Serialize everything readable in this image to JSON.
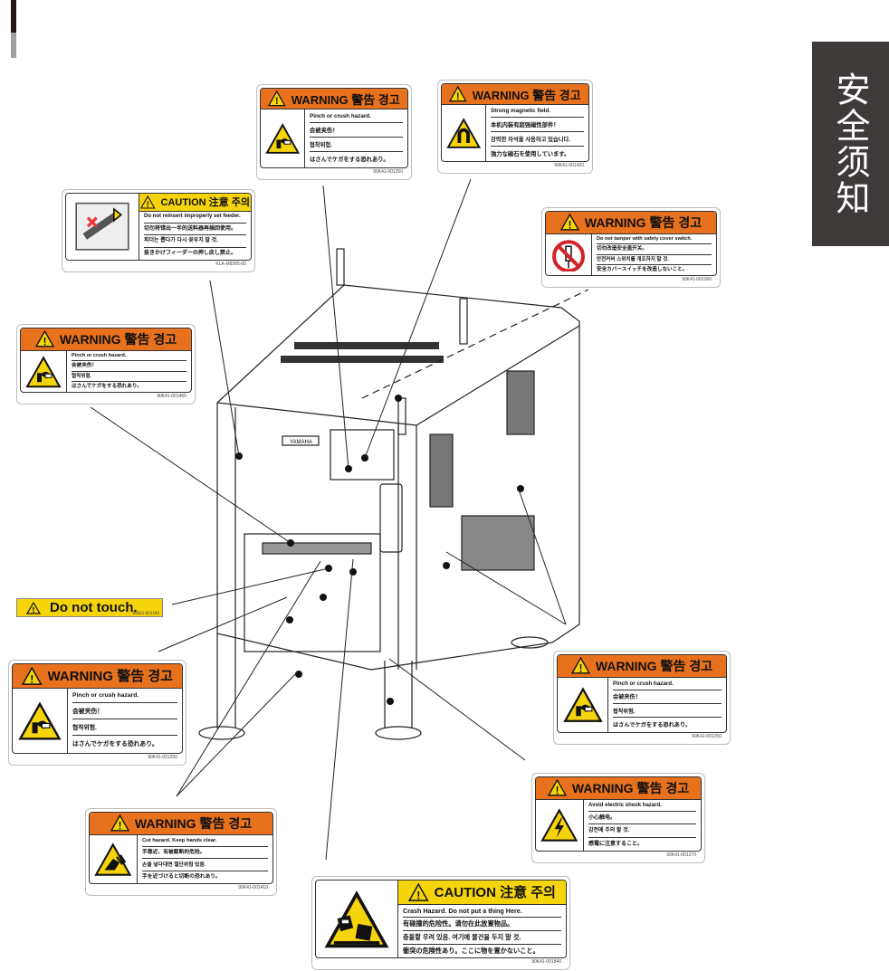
{
  "section_tab": {
    "label": "安全须知"
  },
  "labels": {
    "top_center": {
      "type": "WARNING",
      "header": "WARNING 警告 경고",
      "lines": [
        "Pinch or crush hazard.",
        "会被夹伤！",
        "협착위험.",
        "はさんでケガをする恐れあり。"
      ],
      "part_no": "90K41-001250",
      "pictogram": "pinch-hazard"
    },
    "top_right": {
      "type": "WARNING",
      "header": "WARNING 警告 경고",
      "lines": [
        "Strong magnetic field.",
        "本机内装有超强磁性部件！",
        "강력한 자석을 사용하고 있습니다.",
        "強力な磁石を使用しています。"
      ],
      "part_no": "90K41-001420",
      "pictogram": "magnetic-field"
    },
    "feeder_caution": {
      "type": "CAUTION",
      "header": "CAUTION 注意 주의",
      "lines": [
        "Do not reinsert improperly set feeder.",
        "切勿将错出一半的送料器再插回使用。",
        "피더는 뽑다가 다시 꽂우지 말 것.",
        "抜きかけフィーダーの押し戻し禁止。"
      ],
      "part_no": "KLA-M9305-00",
      "pictogram": "feeder-reinsert"
    },
    "safety_switch": {
      "type": "WARNING",
      "header": "WARNING 警告 경고",
      "lines": [
        "Do not tamper with safety cover switch.",
        "切勿改造安全盖开关。",
        "안전커버 스위치를 개조하지 말 것.",
        "安全カバースイッチを改造しないこと。"
      ],
      "part_no": "90K41-001260",
      "pictogram": "no-tamper"
    },
    "left_upper": {
      "type": "WARNING",
      "header": "WARNING 警告 경고",
      "lines": [
        "Pinch or crush hazard.",
        "会被夹伤！",
        "협착위험.",
        "はさんでケガをする恐れあり。"
      ],
      "part_no": "90K41-001460",
      "pictogram": "pinch-hazard"
    },
    "do_not_touch": {
      "text": "Do not touch.",
      "part_no": "90K41-001180"
    },
    "left_lower": {
      "type": "WARNING",
      "header": "WARNING 警告 경고",
      "lines": [
        "Pinch or crush hazard.",
        "会被夹伤！",
        "협착위험.",
        "はさんでケガをする恐れあり。"
      ],
      "part_no": "90K41-001250",
      "pictogram": "pinch-hazard"
    },
    "right_middle": {
      "type": "WARNING",
      "header": "WARNING 警告 경고",
      "lines": [
        "Pinch or crush hazard.",
        "会被夹伤！",
        "협착위험.",
        "はさんでケガをする恐れあり。"
      ],
      "part_no": "90K41-001250",
      "pictogram": "pinch-hazard"
    },
    "electric": {
      "type": "WARNING",
      "header": "WARNING 警告 경고",
      "lines": [
        "Avoid electric shock hazard.",
        "小心触电。",
        "감전에 주의 할 것.",
        "感電に注意すること。"
      ],
      "part_no": "90K41-001270",
      "pictogram": "electric-shock"
    },
    "cut": {
      "type": "WARNING",
      "header": "WARNING 警告 경고",
      "lines": [
        "Cut hazard. Keep hands clear.",
        "手靠近，有被截断的危险。",
        "손을 넣다대면 절단위험 있음.",
        "手を近づけると切断の恐れあり。"
      ],
      "part_no": "90K41-001410",
      "pictogram": "cut-hazard"
    },
    "crash": {
      "type": "CAUTION",
      "header": "CAUTION 注意 주의",
      "lines": [
        "Crash Hazard. Do not put a thing Here.",
        "有碰撞的危险性。请勿在此放置物品。",
        "충돌할 우려 있음. 여기에 물건을 두지 말 것.",
        "衝突の危険性あり。ここに物を置かないこと。"
      ],
      "part_no": "90K41-001840",
      "pictogram": "crash-hazard"
    }
  },
  "machine": {
    "brand_plate": "YAMAHA"
  }
}
